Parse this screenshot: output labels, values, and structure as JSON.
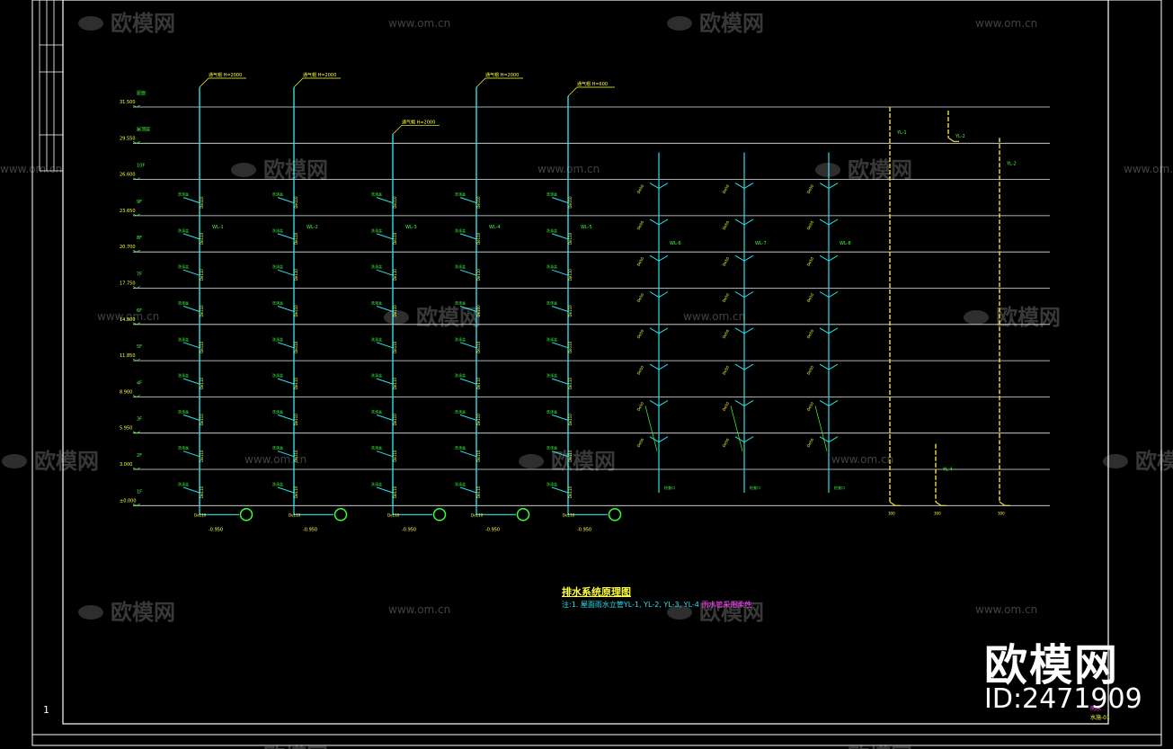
{
  "colors": {
    "background": "#000000",
    "frame": "#ffffff",
    "floor_line": "#e6e6e6",
    "pipe": "#29e0e8",
    "pipe_yellow": "#f0e040",
    "label_yellow": "#ffff3a",
    "label_green": "#3cff3c",
    "label_magenta": "#ff3cff",
    "manhole": "#38ff38"
  },
  "watermark": {
    "logo_text": "欧模网",
    "url_text": "www.om.cn"
  },
  "brand": {
    "name": "欧模网",
    "id": "ID:2471909"
  },
  "sheet_number": "1",
  "drawing": {
    "title": "排水系统原理图",
    "note_prefix": "注:1. 屋面雨水立管YL-1, YL-2, YL-",
    "note_mid": "3, YL-4",
    "note_tail": " 雨水管采用柔性",
    "corner_line1": "雨水",
    "corner_line2": "水施-01"
  },
  "floors": [
    {
      "label": "屋面",
      "elev": "31.500"
    },
    {
      "label": "屋顶层",
      "elev": "29.550"
    },
    {
      "label": "10F",
      "elev": "26.600"
    },
    {
      "label": "9F",
      "elev": "23.650"
    },
    {
      "label": "8F",
      "elev": "20.700"
    },
    {
      "label": "7F",
      "elev": "17.750"
    },
    {
      "label": "6F",
      "elev": "14.800"
    },
    {
      "label": "5F",
      "elev": "11.850"
    },
    {
      "label": "4F",
      "elev": "8.900"
    },
    {
      "label": "3F",
      "elev": "5.950"
    },
    {
      "label": "2F",
      "elev": "3.000"
    },
    {
      "label": "1F",
      "elev": "±0.000"
    }
  ],
  "pipe_labels": {
    "dn110": "De110",
    "dn75": "De75",
    "dn50": "De50",
    "vent_cap": "通气帽 H=2000",
    "vent_cap_short": "通气帽 H=600",
    "outfall": "-0.950",
    "wash": "洗涤盆",
    "floor_drain": "地漏",
    "riser_labels": [
      "WL-1",
      "WL-2",
      "WL-3",
      "WL-4",
      "WL-5",
      "WL-6",
      "WL-7",
      "WL-8"
    ],
    "rain_risers": [
      "YL-1",
      "YL-2",
      "YL-3",
      "YL-4",
      "YL-1",
      "YL-2"
    ],
    "rain_bottom": "300",
    "check_note": "检查口"
  }
}
